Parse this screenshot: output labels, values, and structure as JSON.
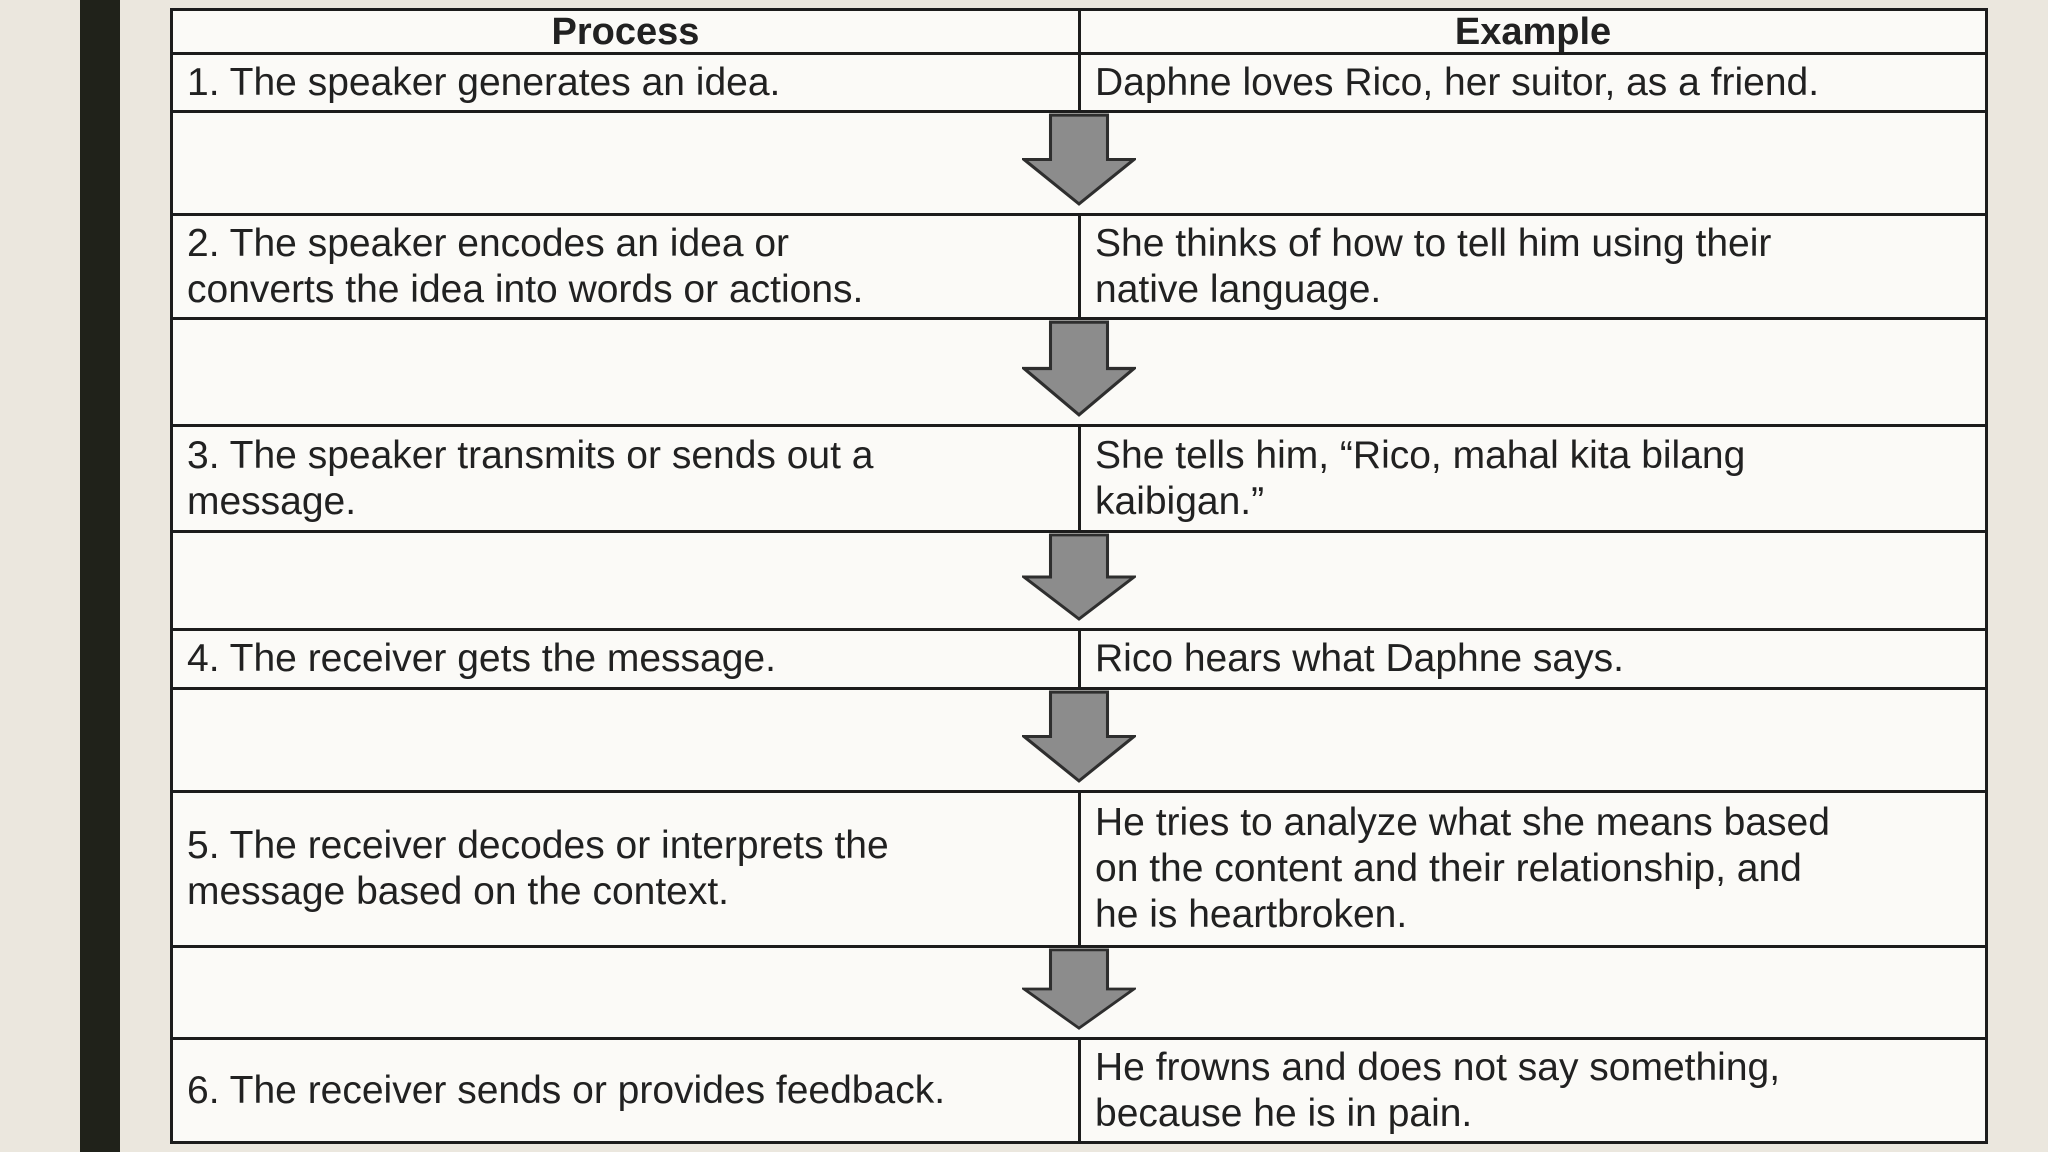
{
  "table": {
    "columns": {
      "process": "Process",
      "example": "Example"
    },
    "rows": [
      {
        "process": "1. The speaker generates an idea.",
        "example": "Daphne loves Rico, her suitor, as a friend."
      },
      {
        "process": "2. The speaker encodes an idea or\nconverts the idea into words or actions.",
        "example": "She thinks of how to tell him using their\nnative language."
      },
      {
        "process": "3. The speaker transmits or sends out a\nmessage.",
        "example": "She tells him, “Rico, mahal kita bilang\nkaibigan.”"
      },
      {
        "process": "4. The receiver gets the message.",
        "example": "Rico hears what Daphne says."
      },
      {
        "process": "5. The receiver decodes or interprets the\nmessage based on the context.",
        "example": "He tries to analyze what she means based\non the content and their relationship, and\nhe is heartbroken."
      },
      {
        "process": "6. The receiver sends or provides feedback.",
        "example": "He frowns and does not say something,\nbecause he is in pain."
      }
    ],
    "arrow_icon": "down-arrow",
    "colors": {
      "page_background": "#ebe7de",
      "side_stripe": "#20221a",
      "cell_background": "#fbfaf7",
      "border": "#1c1c1c",
      "arrow_fill": "#8c8c8c",
      "arrow_outline": "#2e2e2e",
      "text": "#212121"
    }
  }
}
